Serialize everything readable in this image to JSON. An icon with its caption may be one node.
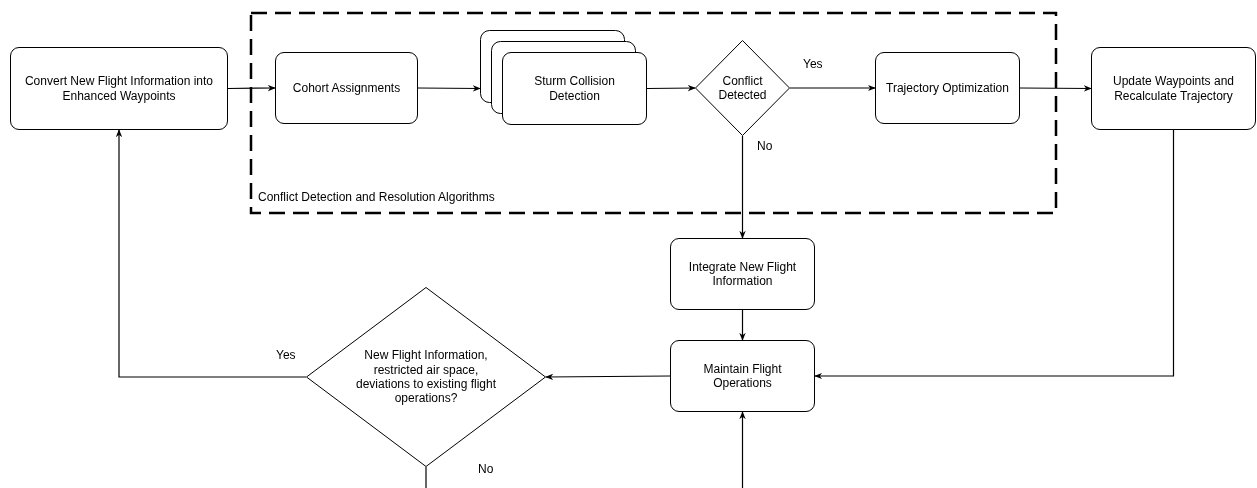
{
  "diagram": {
    "nodes": [
      {
        "text": [
          "Convert New Flight Information into Enhanced Waypoints"
        ]
      },
      {
        "text": [
          "Conflict Detection and Resolution Algorithms"
        ]
      },
      {
        "text": [
          "Cohort Assignments"
        ],
        "in": 1
      },
      {
        "text": [
          "Sturm Collision Detection"
        ],
        "in": 1
      },
      {
        "text": [
          "Conflict Detected"
        ],
        "in": 1
      },
      {
        "text": [
          "Trajectory Optimization"
        ],
        "in": 1
      },
      {
        "text": [
          "Update Waypoints and Recalculate Trajectory"
        ]
      },
      {
        "text": [
          "Integrate New Flight Information"
        ]
      },
      {
        "text": [
          "Maintain Flight Operations"
        ]
      },
      {
        "text": [
          "New Flight Information, restricted air space, deviations to existing flight operations?"
        ]
      }
    ],
    "edges": [
      {
        "from": 0,
        "to": 2,
        "arrow": "to"
      },
      {
        "from": 2,
        "to": 3,
        "arrow": "to"
      },
      {
        "from": 3,
        "to": 4,
        "arrow": "to"
      },
      {
        "from": 4,
        "to": 5,
        "arrow": "to",
        "label": "Yes"
      },
      {
        "from": 5,
        "to": 6,
        "arrow": "to"
      },
      {
        "from": 4,
        "to": 7,
        "arrow": "to",
        "label": "No"
      },
      {
        "from": 7,
        "to": 8,
        "arrow": "to"
      },
      {
        "from": 6,
        "to": 8,
        "arrow": "to"
      },
      {
        "from": 8,
        "to": 9,
        "arrow": "to"
      },
      {
        "from": 9,
        "to": 0,
        "arrow": "to",
        "label": "Yes"
      },
      {
        "from": 9,
        "to": null,
        "arrow": "none",
        "label": "No"
      },
      {
        "from": null,
        "to": 8,
        "arrow": "to"
      }
    ]
  }
}
